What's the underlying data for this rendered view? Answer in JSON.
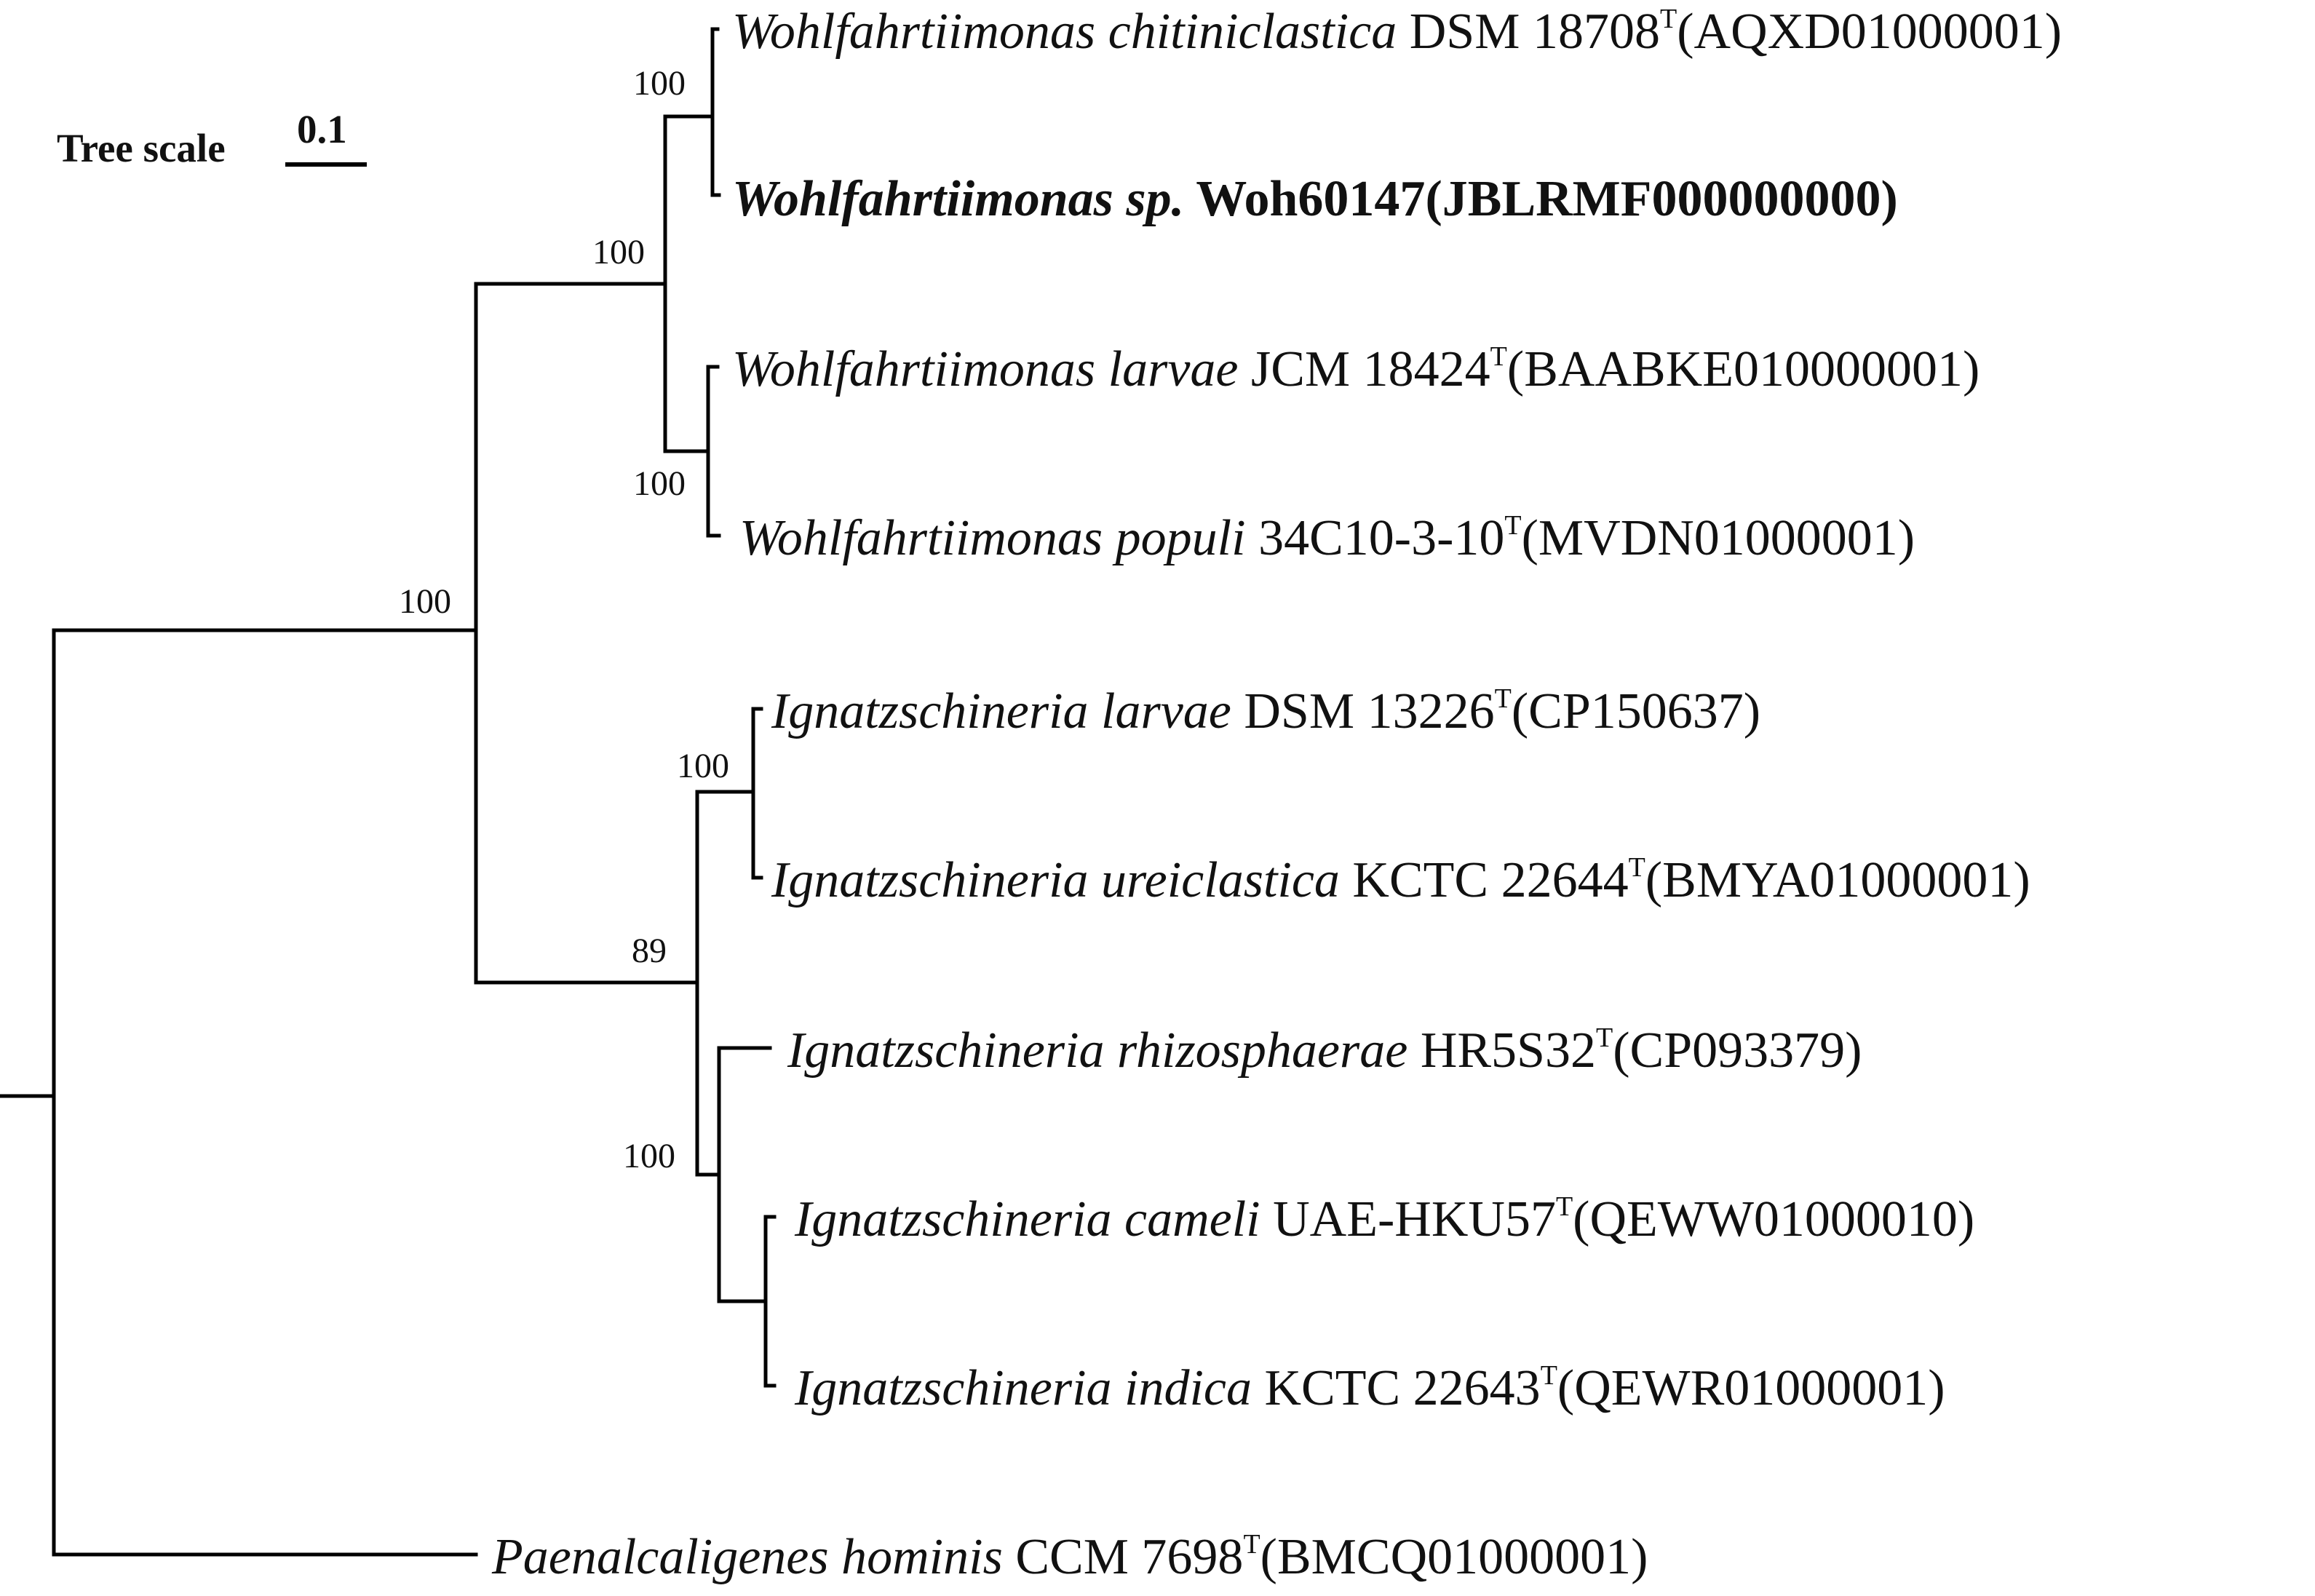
{
  "tree_scale": {
    "title": "Tree scale",
    "value": "0.1"
  },
  "leaves": [
    {
      "id": "w-chitiniclastica",
      "italic": "Wohlfahrtiimonas chitiniclastica",
      "strain": " DSM 18708",
      "sup": "T",
      "accession": "(AQXD01000001)",
      "bold": false
    },
    {
      "id": "w-woh60147",
      "italic": "Wohlfahrtiimonas sp.",
      "strain": " Woh60147",
      "sup": "",
      "accession": "(JBLRMF000000000)",
      "bold": true
    },
    {
      "id": "w-larvae",
      "italic": "Wohlfahrtiimonas larvae",
      "strain": " JCM 18424",
      "sup": "T",
      "accession": "(BAABKE010000001)",
      "bold": false
    },
    {
      "id": "w-populi",
      "italic": "Wohlfahrtiimonas populi",
      "strain": " 34C10-3-10",
      "sup": "T",
      "accession": "(MVDN01000001)",
      "bold": false
    },
    {
      "id": "i-larvae",
      "italic": "Ignatzschineria larvae",
      "strain": " DSM 13226",
      "sup": "T",
      "accession": "(CP150637)",
      "bold": false
    },
    {
      "id": "i-ureiclastica",
      "italic": "Ignatzschineria ureiclastica",
      "strain": " KCTC 22644",
      "sup": "T",
      "accession": "(BMYA01000001)",
      "bold": false
    },
    {
      "id": "i-rhizosphaerae",
      "italic": "Ignatzschineria rhizosphaerae",
      "strain": " HR5S32",
      "sup": "T",
      "accession": "(CP093379)",
      "bold": false
    },
    {
      "id": "i-cameli",
      "italic": "Ignatzschineria cameli",
      "strain": " UAE-HKU57",
      "sup": "T",
      "accession": "(QEWW01000010)",
      "bold": false
    },
    {
      "id": "i-indica",
      "italic": "Ignatzschineria indica",
      "strain": " KCTC 22643",
      "sup": "T",
      "accession": "(QEWR01000001)",
      "bold": false
    },
    {
      "id": "p-hominis",
      "italic": "Paenalcaligenes hominis",
      "strain": " CCM 7698",
      "sup": "T",
      "accession": "(BMCQ01000001)",
      "bold": false
    }
  ],
  "bootstrap": {
    "w-chitiniclastica-woh60147": "100",
    "wohlfahrtiimonas-genus": "100",
    "w-larvae-populi": "100",
    "ingroup": "100",
    "i-larvae-ureiclastica": "100",
    "ignatzschineria-genus": "89",
    "i-rhizosphaerae-cameli-indica": "100"
  },
  "colors": {
    "line": "#000000",
    "text": "#111111",
    "background": "#ffffff"
  }
}
